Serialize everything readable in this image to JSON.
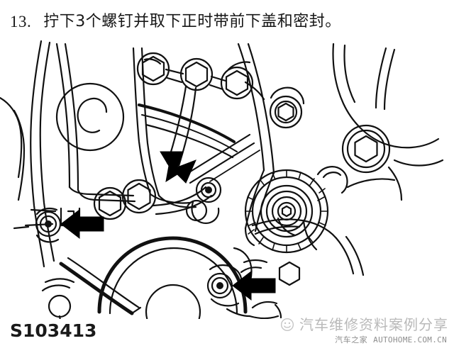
{
  "document": {
    "step_number": "13.",
    "instruction_text": "拧下3个螺钉并取下正时带前下盖和密封。",
    "figure_id": "S103413"
  },
  "watermark": {
    "badge_icon": "smiley-face-icon",
    "main_text": "汽车维修资料案例分享",
    "site_name_cn": "汽车之家",
    "site_url": "AUTOHOME.COM.CN"
  },
  "figure": {
    "title": "engine-timing-cover-diagram",
    "line_color": "#111111",
    "fill_color": "#ffffff",
    "arrow_color": "#000000",
    "callout_arrows": [
      {
        "name": "arrow-upper-bolt",
        "direction": "down-right",
        "target": "upper timing cover screw"
      },
      {
        "name": "arrow-left-bolt",
        "direction": "left",
        "target": "left lower cover screw"
      },
      {
        "name": "arrow-lower-right-bolt",
        "direction": "left",
        "target": "lower right cover screw"
      }
    ],
    "components": [
      {
        "name": "camshaft-seal-circle"
      },
      {
        "name": "hex-bolt-top-left"
      },
      {
        "name": "hex-bolt-top-middle"
      },
      {
        "name": "hex-bolt-top-right"
      },
      {
        "name": "hex-bolt-mid-left"
      },
      {
        "name": "hex-bolt-mid-centre"
      },
      {
        "name": "hex-bolt-right-upper"
      },
      {
        "name": "hex-bolt-right-lower"
      },
      {
        "name": "crankshaft-pulley"
      },
      {
        "name": "belt-tensioner-pulley"
      }
    ]
  }
}
